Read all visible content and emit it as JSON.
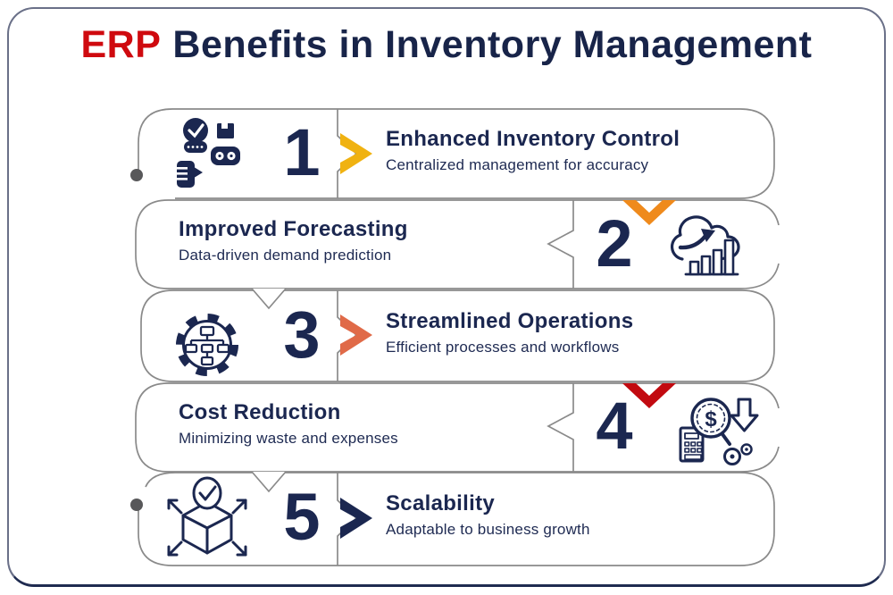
{
  "title": {
    "highlight": "ERP",
    "rest": "Benefits in Inventory Management"
  },
  "colors": {
    "navy": "#1b2750",
    "title_navy": "#182449",
    "red": "#CF0A0F",
    "chevron_gold": "#F0B211",
    "chevron_orange": "#EF8A1C",
    "chevron_coral": "#E06A48",
    "chevron_red": "#C20A10",
    "outline_gray": "#8a8a8a"
  },
  "icons": {
    "dollar": "$"
  },
  "items": [
    {
      "number": "1",
      "title": "Enhanced Inventory Control",
      "subtitle": "Centralized management for accuracy",
      "icon": "manufacturing-inventory-icon",
      "pointer": "right-chevron",
      "pointer_color": "#F0B211"
    },
    {
      "number": "2",
      "title": "Improved Forecasting",
      "subtitle": "Data-driven demand prediction",
      "icon": "cloud-growth-chart-icon",
      "pointer": "down-chevron",
      "pointer_color": "#EF8A1C"
    },
    {
      "number": "3",
      "title": "Streamlined Operations",
      "subtitle": "Efficient processes and workflows",
      "icon": "gear-flowchart-icon",
      "pointer": "right-chevron",
      "pointer_color": "#E06A48"
    },
    {
      "number": "4",
      "title": "Cost Reduction",
      "subtitle": "Minimizing waste and expenses",
      "icon": "cost-reduction-icon",
      "pointer": "down-chevron",
      "pointer_color": "#C20A10"
    },
    {
      "number": "5",
      "title": "Scalability",
      "subtitle": "Adaptable to business growth",
      "icon": "scalability-box-icon",
      "pointer": "right-chevron",
      "pointer_color": "#1B2750"
    }
  ]
}
